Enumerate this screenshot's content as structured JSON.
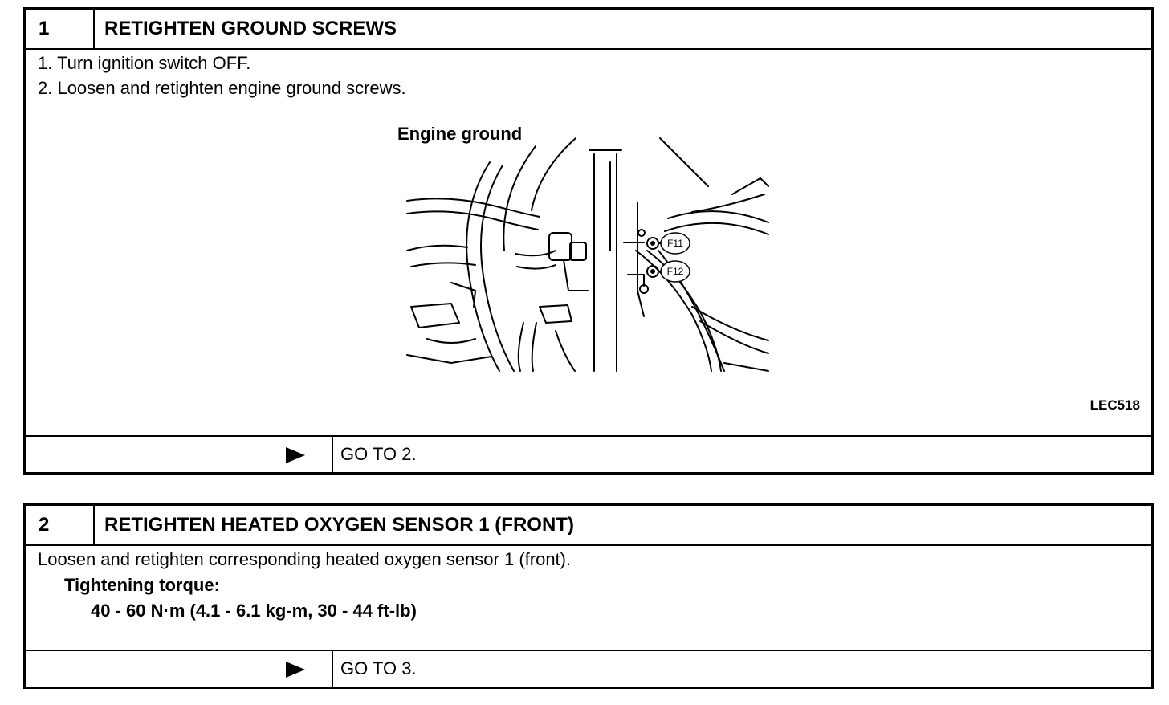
{
  "steps": [
    {
      "number": "1",
      "title": "RETIGHTEN GROUND SCREWS",
      "instructions": [
        "1.  Turn ignition switch OFF.",
        "2.  Loosen and retighten engine ground screws."
      ],
      "figure": {
        "label": "Engine ground",
        "callouts": [
          "F11",
          "F12"
        ],
        "code": "LEC518"
      },
      "next_action": "GO TO 2.",
      "arrow_icon": "right-triangle-icon"
    },
    {
      "number": "2",
      "title": "RETIGHTEN HEATED OXYGEN SENSOR 1 (FRONT)",
      "instruction": "Loosen and retighten corresponding heated oxygen sensor 1 (front).",
      "torque_label": "Tightening torque:",
      "torque_value": "40 - 60 N·m (4.1 - 6.1 kg-m, 30 - 44 ft-lb)",
      "next_action": "GO TO 3.",
      "arrow_icon": "right-triangle-icon"
    }
  ]
}
